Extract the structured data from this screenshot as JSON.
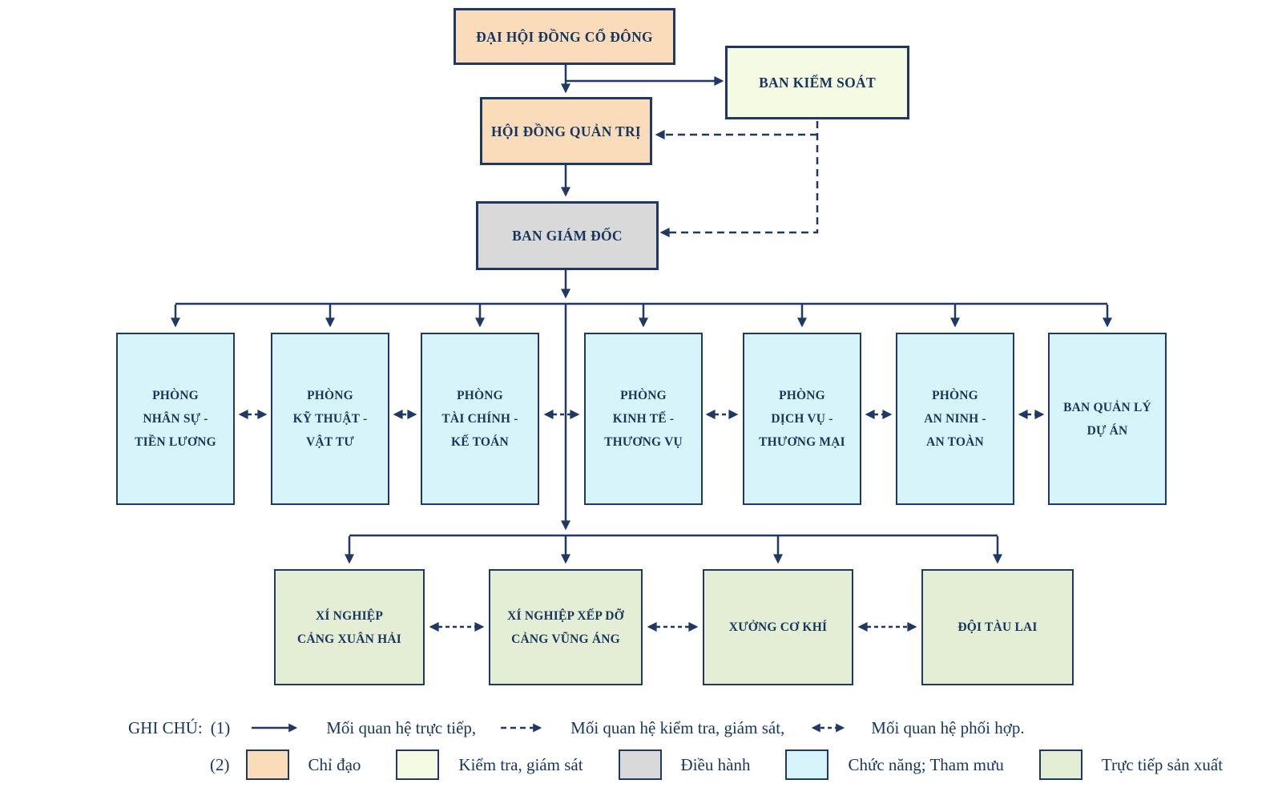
{
  "colors": {
    "chi_dao": "#FADCBB",
    "kiem_tra_giam_sat": "#F5FAE3",
    "dieu_hanh": "#D9D9D9",
    "chuc_nang_tham_muu": "#D7F4FB",
    "truc_tiep_san_xuat": "#E3EED4",
    "line": "#1F3864",
    "text": "#17365D"
  },
  "org": {
    "shareholders": {
      "label": "ĐẠI HỘI ĐỒNG CỔ ĐÔNG",
      "color_key": "chi_dao"
    },
    "supervisory_board": {
      "label": "BAN KIỂM SOÁT",
      "color_key": "kiem_tra_giam_sat"
    },
    "board_of_directors": {
      "label": "HỘI ĐỒNG QUẢN TRỊ",
      "color_key": "chi_dao"
    },
    "management_board": {
      "label": "BAN GIÁM ĐỐC",
      "color_key": "dieu_hanh"
    },
    "departments": [
      {
        "label": "PHÒNG\nNHÂN SỰ -\nTIỀN LƯƠNG",
        "color_key": "chuc_nang_tham_muu"
      },
      {
        "label": "PHÒNG\nKỸ THUẬT -\nVẬT TƯ",
        "color_key": "chuc_nang_tham_muu"
      },
      {
        "label": "PHÒNG\nTÀI CHÍNH -\nKẾ TOÁN",
        "color_key": "chuc_nang_tham_muu"
      },
      {
        "label": "PHÒNG\nKINH TẾ -\nTHƯƠNG VỤ",
        "color_key": "chuc_nang_tham_muu"
      },
      {
        "label": "PHÒNG\nDỊCH VỤ -\nTHƯƠNG MẠI",
        "color_key": "chuc_nang_tham_muu"
      },
      {
        "label": "PHÒNG\nAN NINH -\nAN TOÀN",
        "color_key": "chuc_nang_tham_muu"
      },
      {
        "label": "BAN QUẢN LÝ\nDỰ ÁN",
        "color_key": "chuc_nang_tham_muu"
      }
    ],
    "production_units": [
      {
        "label": "XÍ NGHIỆP\nCẢNG XUÂN HẢI",
        "color_key": "truc_tiep_san_xuat"
      },
      {
        "label": "XÍ NGHIỆP XẾP DỠ\nCẢNG VŨNG ÁNG",
        "color_key": "truc_tiep_san_xuat"
      },
      {
        "label": "XƯỞNG CƠ KHÍ",
        "color_key": "truc_tiep_san_xuat"
      },
      {
        "label": "ĐỘI TÀU LAI",
        "color_key": "truc_tiep_san_xuat"
      }
    ]
  },
  "legend": {
    "title": "GHI CHÚ:",
    "line1": {
      "index": "(1)",
      "items": [
        {
          "icon": "solid-arrow",
          "label": "Mối quan hệ trực tiếp,"
        },
        {
          "icon": "dashed-arrow",
          "label": "Mối quan hệ kiểm tra, giám sát,"
        },
        {
          "icon": "double-dashed-arrow",
          "label": "Mối quan hệ phối hợp."
        }
      ]
    },
    "line2": {
      "index": "(2)",
      "items": [
        {
          "color_key": "chi_dao",
          "label": "Chỉ đạo"
        },
        {
          "color_key": "kiem_tra_giam_sat",
          "label": "Kiểm tra, giám sát"
        },
        {
          "color_key": "dieu_hanh",
          "label": "Điều hành"
        },
        {
          "color_key": "chuc_nang_tham_muu",
          "label": "Chức năng; Tham mưu"
        },
        {
          "color_key": "truc_tiep_san_xuat",
          "label": "Trực tiếp sản xuất"
        }
      ]
    }
  }
}
